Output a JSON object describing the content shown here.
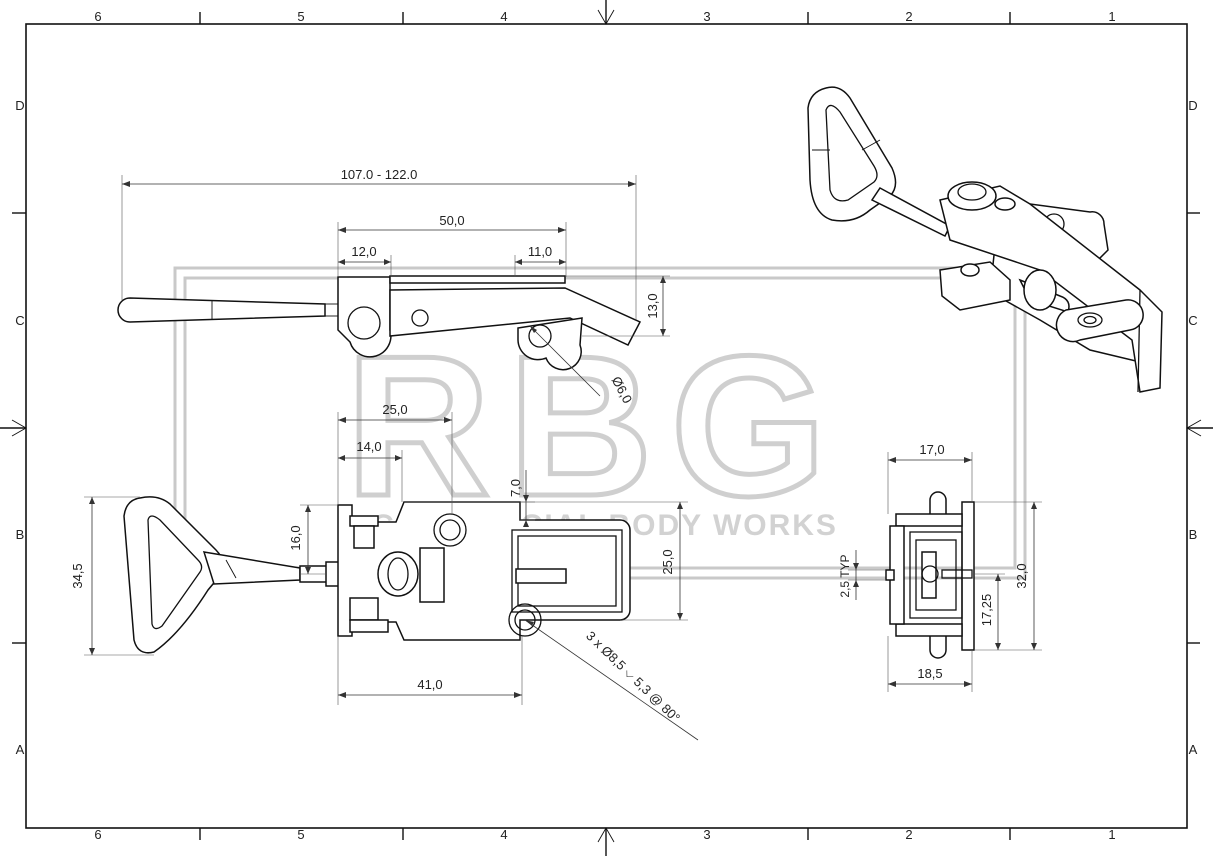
{
  "border": {
    "columns_top": [
      "6",
      "5",
      "4",
      "3",
      "2",
      "1"
    ],
    "columns_bottom": [
      "6",
      "5",
      "4",
      "3",
      "2",
      "1"
    ],
    "rows_left": [
      "D",
      "C",
      "B",
      "A"
    ],
    "rows_right": [
      "D",
      "C",
      "B",
      "A"
    ]
  },
  "watermark": {
    "logo": "RBG",
    "tagline": "COMMERCIAL BODY WORKS"
  },
  "side_view": {
    "overall_length": "107.0 - 122.0",
    "body_length": "50,0",
    "left_offset": "12,0",
    "right_offset": "11,0",
    "height": "13,0",
    "pin_diameter": "Ø6,0"
  },
  "top_view": {
    "dim_25": "25,0",
    "dim_14": "14,0",
    "dim_7": "7,0",
    "dim_16": "16,0",
    "dim_34_5": "34,5",
    "dim_25_height": "25,0",
    "dim_41": "41,0",
    "hole_callout": "3 x Ø8,5 ⌵ 5,3 @ 80°"
  },
  "end_view": {
    "width_top": "17,0",
    "width_bottom": "18,5",
    "thickness": "2,5 TYP",
    "height": "32,0",
    "center_height": "17,25"
  }
}
